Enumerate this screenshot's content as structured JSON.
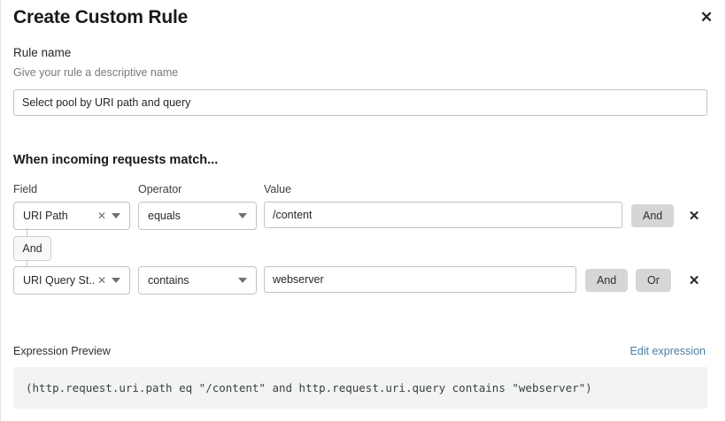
{
  "dialog": {
    "title": "Create Custom Rule",
    "close_icon": "close-icon"
  },
  "rule_name": {
    "label": "Rule name",
    "hint": "Give your rule a descriptive name",
    "value": "Select pool by URI path and query",
    "placeholder": "Select pool by URI path and query"
  },
  "match_section": {
    "heading": "When incoming requests match...",
    "columns": {
      "field": "Field",
      "operator": "Operator",
      "value": "Value"
    },
    "connector": {
      "label": "And"
    },
    "rows": [
      {
        "field": "URI Path",
        "field_clear_icon": "clear-icon",
        "field_caret_icon": "chevron-down-icon",
        "operator": "equals",
        "operator_caret_icon": "chevron-down-icon",
        "value": "/content",
        "buttons": [
          "And"
        ],
        "remove_icon": "close-icon"
      },
      {
        "field": "URI Query St...",
        "field_clear_icon": "clear-icon",
        "field_caret_icon": "chevron-down-icon",
        "operator": "contains",
        "operator_caret_icon": "chevron-down-icon",
        "value": "webserver",
        "buttons": [
          "And",
          "Or"
        ],
        "remove_icon": "close-icon"
      }
    ]
  },
  "expression_preview": {
    "label": "Expression Preview",
    "edit_link": "Edit expression",
    "expression": "(http.request.uri.path eq \"/content\" and http.request.uri.query contains \"webserver\")"
  },
  "colors": {
    "link": "#4b7fa3",
    "logic_button_bg": "#d6d6d6",
    "expression_bg": "#f2f3f3",
    "border": "#bfc3c7"
  }
}
